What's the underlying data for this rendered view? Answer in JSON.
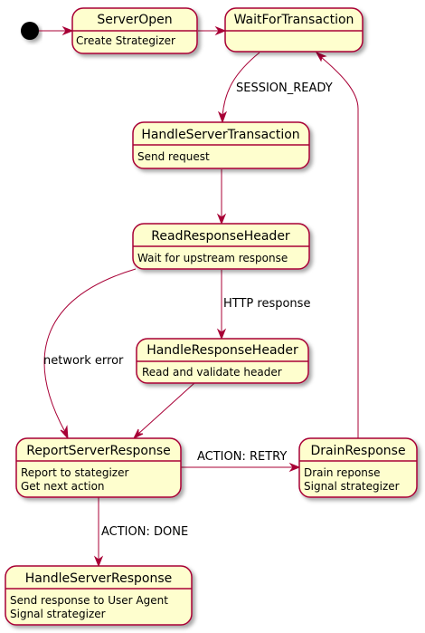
{
  "states": {
    "server_open": {
      "name": "ServerOpen",
      "desc": [
        "Create Strategizer"
      ]
    },
    "wait_for_transaction": {
      "name": "WaitForTransaction",
      "desc": []
    },
    "handle_server_transaction": {
      "name": "HandleServerTransaction",
      "desc": [
        "Send request"
      ]
    },
    "read_response_header": {
      "name": "ReadResponseHeader",
      "desc": [
        "Wait for upstream response"
      ]
    },
    "handle_response_header": {
      "name": "HandleResponseHeader",
      "desc": [
        "Read and validate header"
      ]
    },
    "report_server_response": {
      "name": "ReportServerResponse",
      "desc": [
        "Report to stategizer",
        "Get next action"
      ]
    },
    "drain_response": {
      "name": "DrainResponse",
      "desc": [
        "Drain reponse",
        "Signal strategizer"
      ]
    },
    "handle_server_response": {
      "name": "HandleServerResponse",
      "desc": [
        "Send response to User Agent",
        "Signal strategizer"
      ]
    }
  },
  "transitions": {
    "session_ready": "SESSION_READY",
    "http_response": "HTTP response",
    "network_error": "network error",
    "action_retry": "ACTION: RETRY",
    "action_done": "ACTION: DONE"
  },
  "colors": {
    "state_fill": "#FEFECE",
    "state_border": "#A80036",
    "arrow": "#A80036",
    "start_node": "#000000"
  }
}
